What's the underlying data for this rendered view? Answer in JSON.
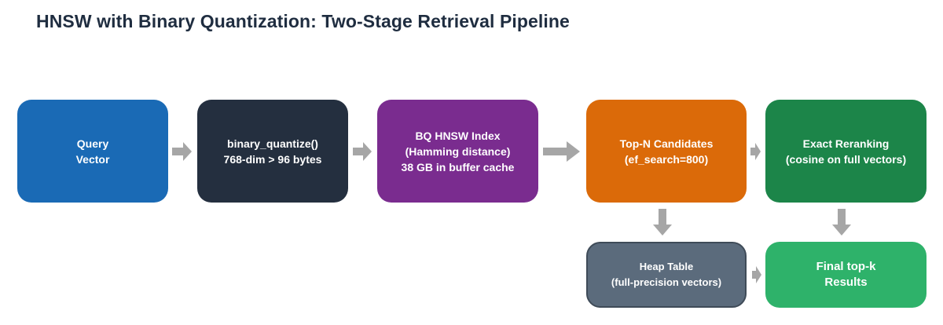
{
  "title": "HNSW with Binary Quantization: Two-Stage Retrieval Pipeline",
  "nodes": {
    "query": {
      "lines": [
        "Query",
        "Vector"
      ],
      "color": "#1a6ab5"
    },
    "binary_quantize": {
      "lines": [
        "binary_quantize()",
        "768-dim > 96 bytes"
      ],
      "color": "#242f3f"
    },
    "bq_hnsw": {
      "lines": [
        "BQ HNSW Index",
        "(Hamming distance)",
        "38 GB in buffer cache"
      ],
      "color": "#7a2c8f"
    },
    "top_n": {
      "lines": [
        "Top-N Candidates",
        "(ef_search=800)"
      ],
      "color": "#db6a09"
    },
    "rerank": {
      "lines": [
        "Exact Reranking",
        "(cosine on full vectors)"
      ],
      "color": "#1c8549"
    },
    "heap": {
      "lines": [
        "Heap Table",
        "(full-precision vectors)"
      ],
      "color": "#5b6b7c"
    },
    "final": {
      "lines": [
        "Final top-k",
        "Results"
      ],
      "color": "#2eb26a"
    }
  },
  "arrow_color": "#a6a6a6"
}
